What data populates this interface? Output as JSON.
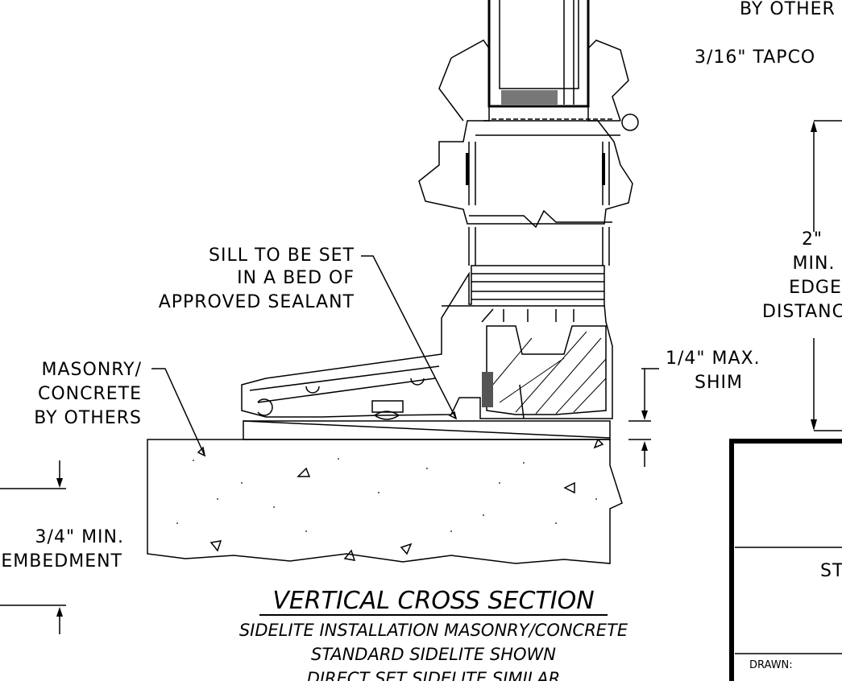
{
  "labels": {
    "by_others_top": "BY OTHER",
    "tapcon": "3/16\" TAPCO",
    "sill_line1": "SILL TO BE SET",
    "sill_line2": "IN A BED OF",
    "sill_line3": "APPROVED SEALANT",
    "masonry_line1": "MASONRY/",
    "masonry_line2": "CONCRETE",
    "masonry_line3": "BY OTHERS",
    "edge_line1": "2\"",
    "edge_line2": "MIN.",
    "edge_line3": "EDGE",
    "edge_line4": "DISTANC",
    "shim_line1": "1/4\" MAX.",
    "shim_line2": "SHIM",
    "embed_line1": "3/4\" MIN.",
    "embed_line2": "EMBEDMENT"
  },
  "title": {
    "main": "VERTICAL CROSS SECTION",
    "sub1": "SIDELITE INSTALLATION MASONRY/CONCRETE",
    "sub2": "STANDARD SIDELITE SHOWN",
    "sub3": "DIRECT SET SIDELITE SIMILAR"
  },
  "title_block": {
    "partial_text": "ST",
    "drawn_label": "DRAWN:"
  }
}
